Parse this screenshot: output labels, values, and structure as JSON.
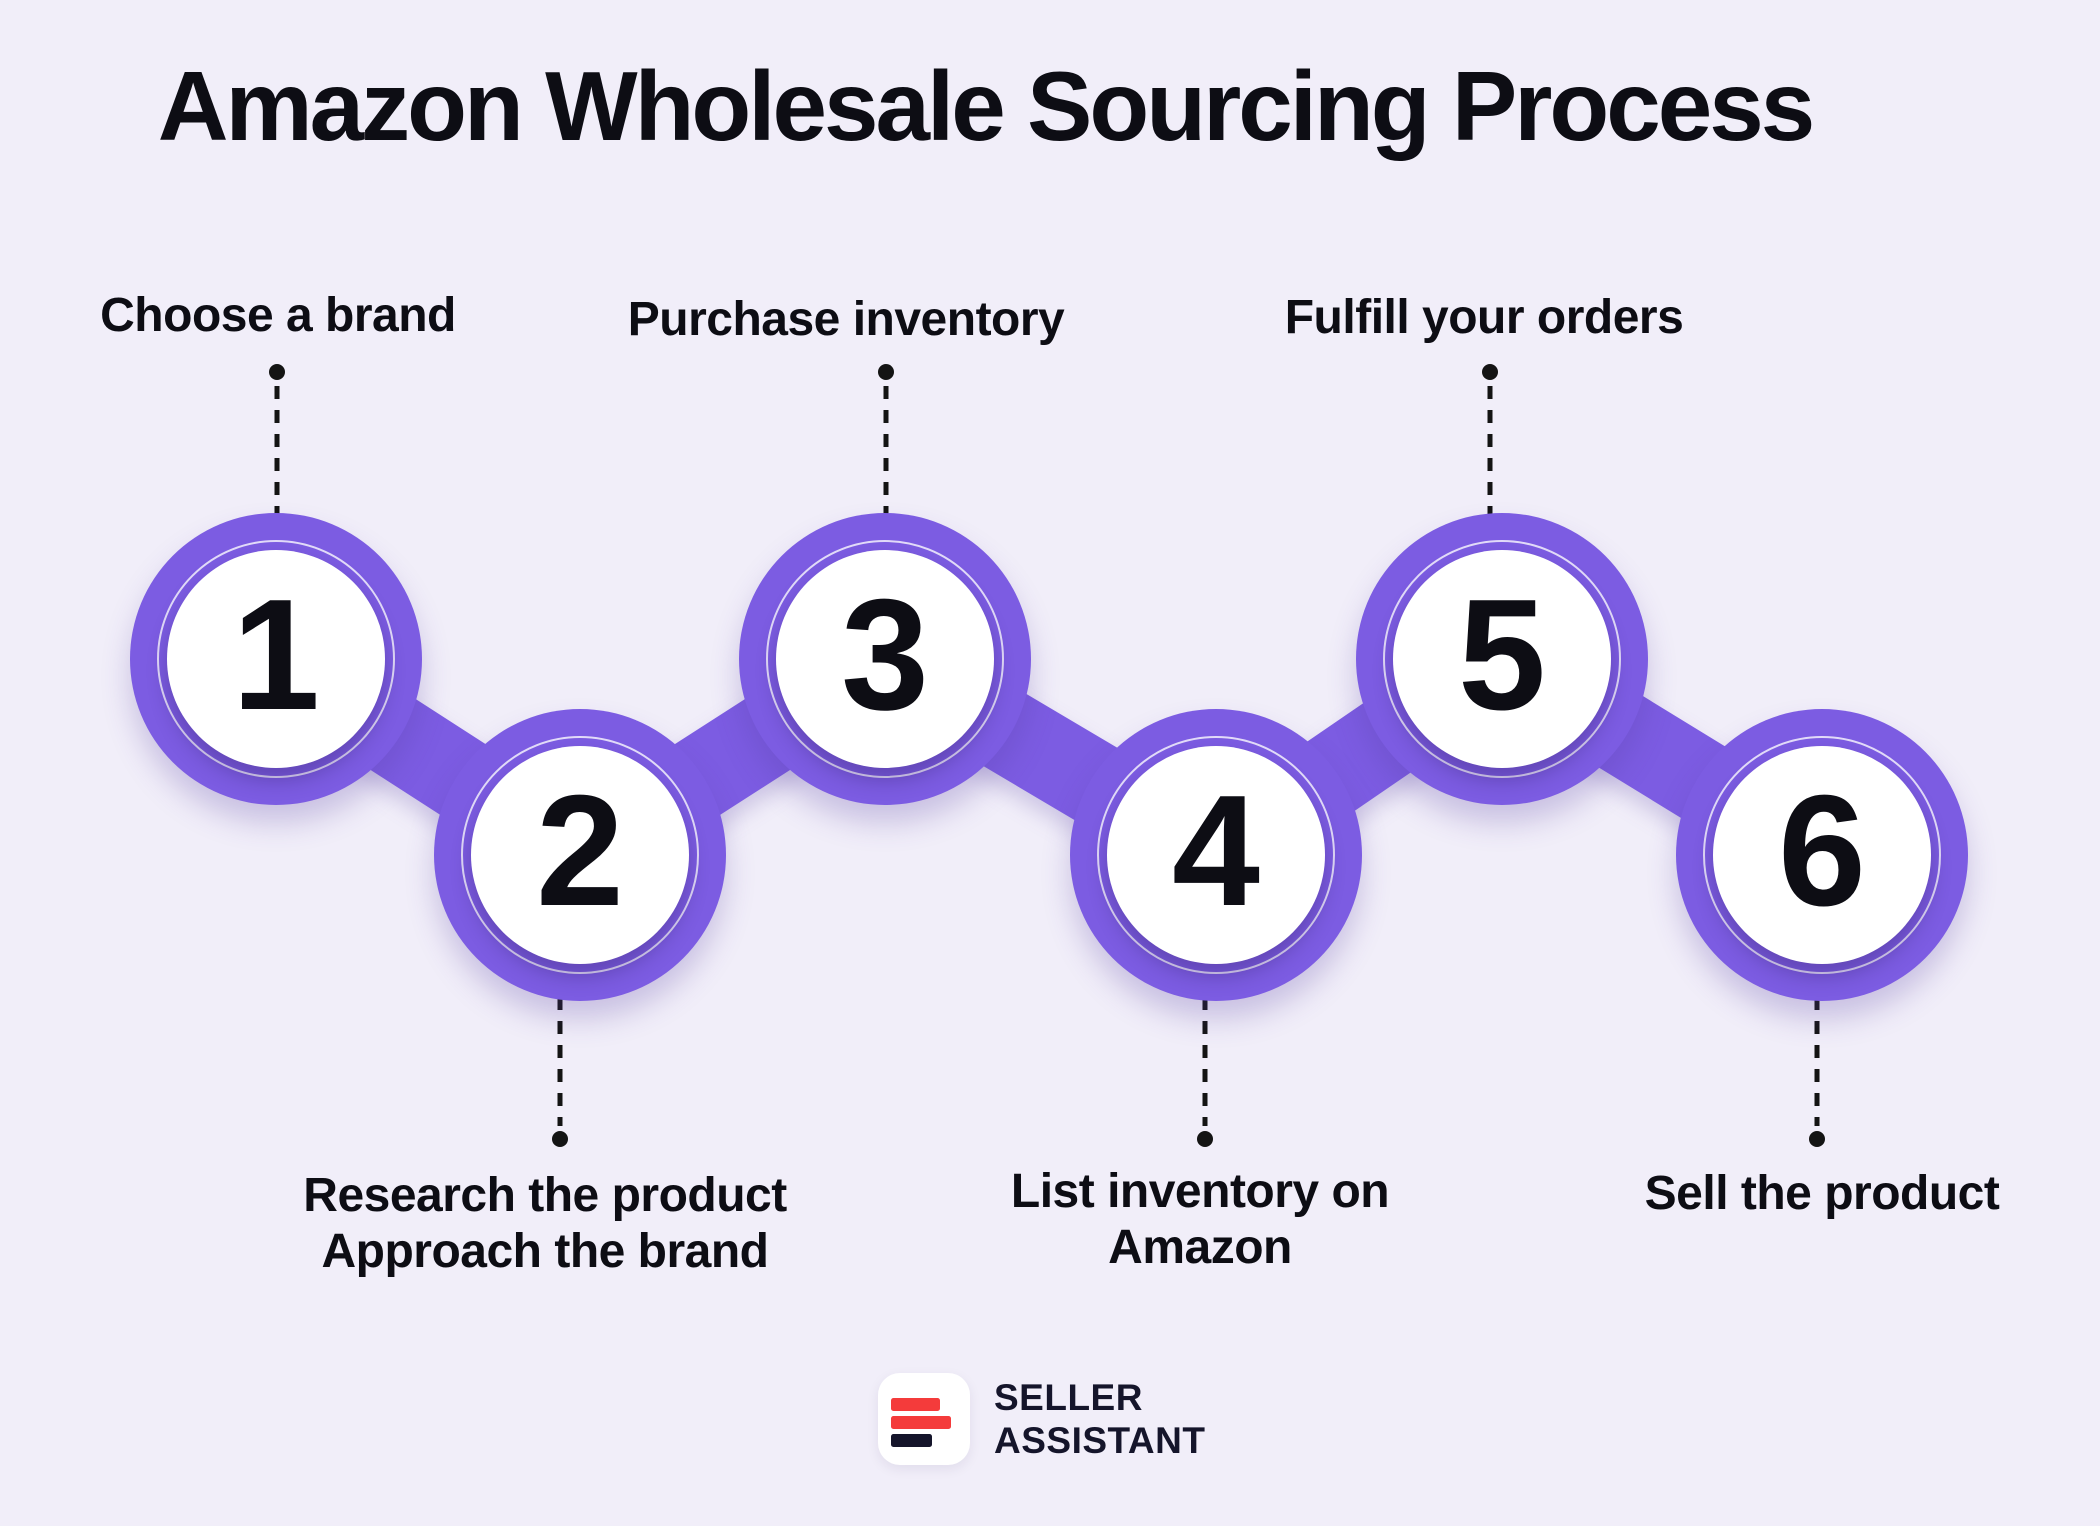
{
  "title": "Amazon Wholesale Sourcing Process",
  "steps": [
    {
      "number": "1",
      "label_lines": [
        "Choose a brand"
      ]
    },
    {
      "number": "2",
      "label_lines": [
        "Research the product",
        "Approach the brand"
      ]
    },
    {
      "number": "3",
      "label_lines": [
        "Purchase inventory"
      ]
    },
    {
      "number": "4",
      "label_lines": [
        "List inventory on",
        "Amazon"
      ]
    },
    {
      "number": "5",
      "label_lines": [
        "Fulfill your orders"
      ]
    },
    {
      "number": "6",
      "label_lines": [
        "Sell the product"
      ]
    }
  ],
  "logo": {
    "line1": "SELLER",
    "line2": "ASSISTANT"
  },
  "colors": {
    "background": "#F1EEF9",
    "purple": "#7C5CE2",
    "ink": "#0D0D14",
    "line": "#141414",
    "white": "#FFFFFF",
    "logo_red": "#F43B3B",
    "logo_navy": "#15152B"
  }
}
